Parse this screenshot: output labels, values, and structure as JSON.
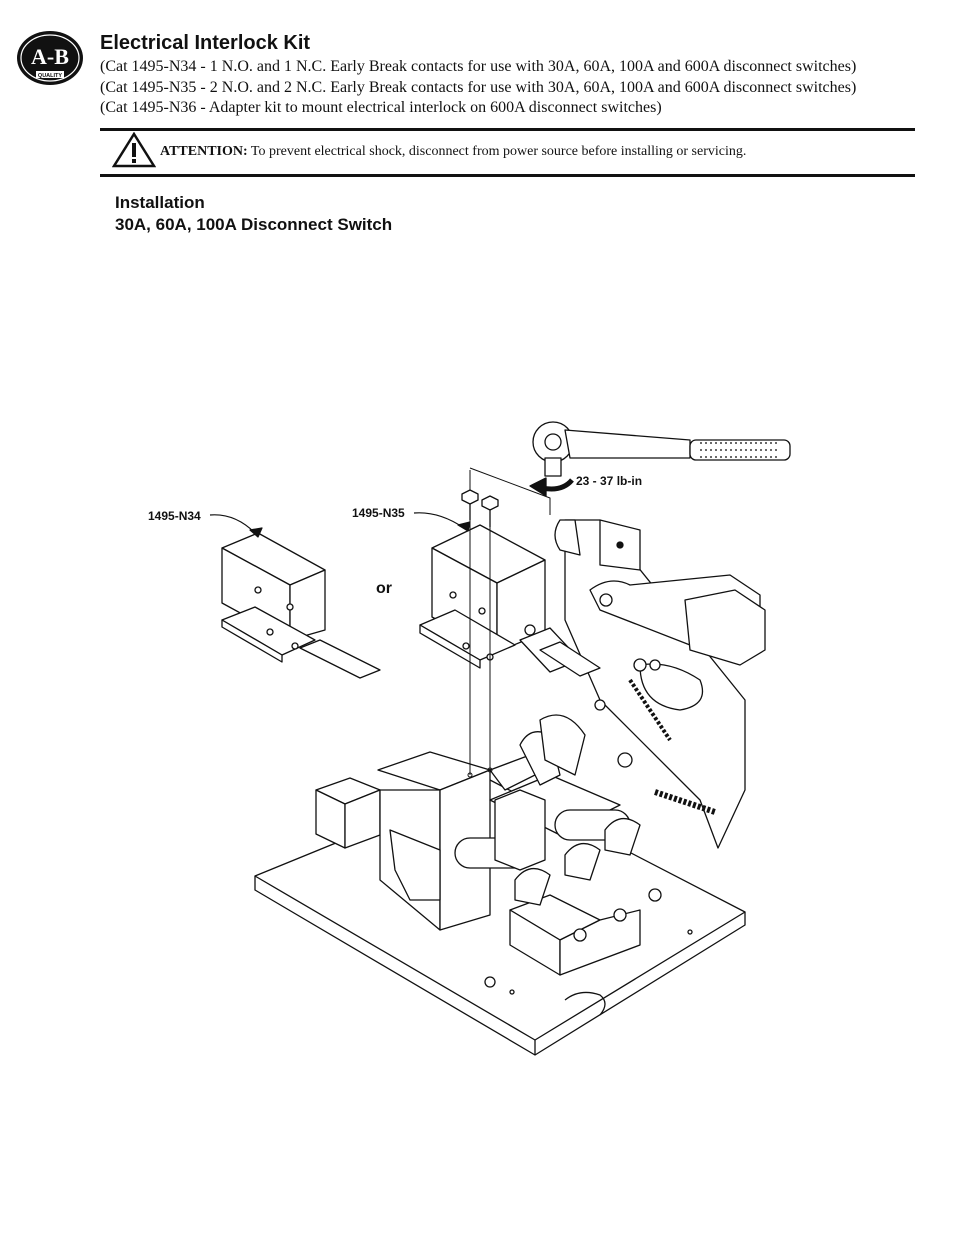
{
  "header": {
    "logo_text": "A-B",
    "logo_sub": "QUALITY",
    "title": "Electrical Interlock Kit",
    "lines": [
      "(Cat 1495-N34 - 1 N.O. and 1 N.C. Early Break contacts for use with 30A, 60A, 100A and 600A disconnect switches)",
      "(Cat 1495-N35 - 2 N.O. and 2 N.C. Early Break contacts for use with 30A, 60A, 100A and 600A disconnect switches)",
      "(Cat 1495-N36 - Adapter kit to mount electrical interlock on 600A disconnect switches)"
    ]
  },
  "attention": {
    "label": "ATTENTION:",
    "text": " To prevent electrical shock, disconnect from power source before  installing  or  servicing."
  },
  "section": {
    "heading": "Installation",
    "subheading": "30A, 60A, 100A Disconnect Switch"
  },
  "figure": {
    "label_n34": "1495-N34",
    "label_n35": "1495-N35",
    "or_text": "or",
    "torque": "23 - 37 lb-in"
  }
}
